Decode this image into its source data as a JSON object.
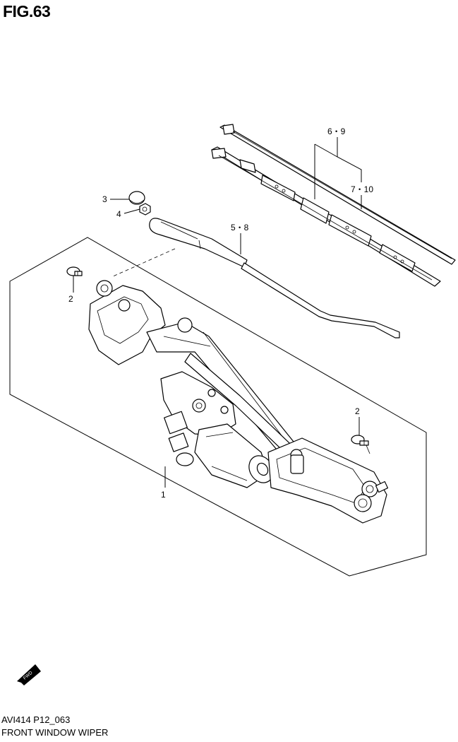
{
  "figure": {
    "title": "FIG.63"
  },
  "callouts": {
    "c1": "1",
    "c2a": "2",
    "c2b": "2",
    "c3": "3",
    "c4": "4",
    "c58": "5・8",
    "c69": "6・9",
    "c710": "7・10"
  },
  "fwd_badge": "FWD",
  "footer": {
    "code": "AVI414 P12_063",
    "name": "FRONT WINDOW WIPER"
  }
}
